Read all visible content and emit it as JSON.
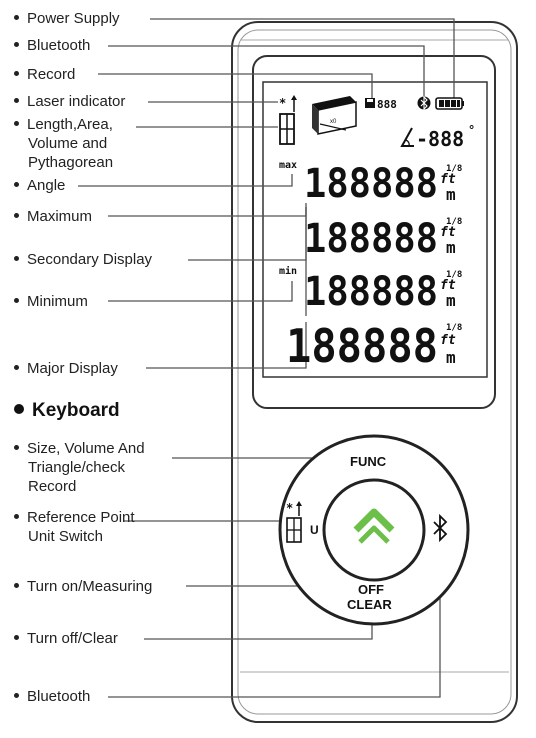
{
  "labels": {
    "power_supply": "Power Supply",
    "bluetooth_top": "Bluetooth",
    "record": "Record",
    "laser_indicator": "Laser indicator",
    "lvp_line1": "Length,Area,",
    "lvp_line2": "Volume and",
    "lvp_line3": "Pythagorean",
    "angle": "Angle",
    "maximum": "Maximum",
    "secondary_display": "Secondary Display",
    "minimum": "Minimum",
    "major_display": "Major Display",
    "keyboard_heading": "Keyboard",
    "func_desc_line1": "Size, Volume And",
    "func_desc_line2": "Triangle/check",
    "func_desc_line3": "Record",
    "ref_line1": "Reference Point",
    "ref_line2": "Unit Switch",
    "turn_on": "Turn on/Measuring",
    "turn_off": "Turn off/Clear",
    "bluetooth_bottom": "Bluetooth"
  },
  "display": {
    "digits": "188888",
    "unit_ft": "ft",
    "unit_m": "m",
    "unit_frac": "1/8",
    "max_tag": "max",
    "min_tag": "min",
    "record_digits": "888",
    "angle_digits": "-888",
    "degree": "°"
  },
  "buttons": {
    "func": "FUNC",
    "off": "OFF",
    "clear": "CLEAR",
    "unit_u": "U"
  },
  "colors": {
    "accent_green": "#6cc04a",
    "line_gray": "#555555",
    "body_border": "#333333"
  },
  "icons": [
    "battery-icon",
    "bluetooth-icon",
    "record-icon",
    "laser-icon",
    "reference-point-icon",
    "chevron-up-icon",
    "angle-icon"
  ]
}
